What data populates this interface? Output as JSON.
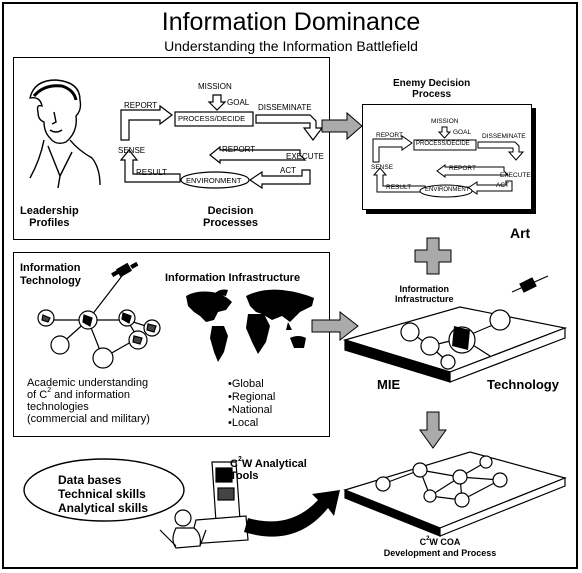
{
  "header": {
    "title": "Information Dominance",
    "subtitle": "Understanding the Information Battlefield"
  },
  "decision_panel": {
    "cycle": {
      "mission": "MISSION",
      "goal": "GOAL",
      "report_top": "REPORT",
      "process": "PROCESS/DECIDE",
      "disseminate": "DISSEMINATE",
      "report_bottom": "REPORT",
      "execute": "EXECUTE",
      "sense": "SENSE",
      "result": "RESULT",
      "environment": "ENVIRONMENT",
      "act": "ACT"
    },
    "leadership_label": "Leadership\nProfiles",
    "decision_label": "Decision\nProcesses"
  },
  "enemy_panel": {
    "title": "Enemy Decision\nProcess",
    "cycle": {
      "mission": "MISSION",
      "goal": "GOAL",
      "report_top": "REPORT",
      "process": "PROCESS/DECIDE",
      "disseminate": "DISSEMINATE",
      "report_bottom": "REPORT",
      "execute": "EXECUTE",
      "sense": "SENSE",
      "result": "RESULT",
      "environment": "ENVIRONMENT",
      "act": "ACT"
    }
  },
  "art_label": "Art",
  "info_panel": {
    "tech_title": "Information\nTechnology",
    "infra_title": "Information Infrastructure",
    "academic_pre": "Academic understanding\nof C",
    "academic_sup": "2",
    "academic_post": " and information\ntechnologies\n(commercial and military)",
    "bullets": [
      "Global",
      "Regional",
      "National",
      "Local"
    ]
  },
  "mie_block": {
    "infra_label": "Information\nInfrastructure",
    "mie_label": "MIE",
    "tech_label": "Technology"
  },
  "skills": {
    "line1": "Data bases",
    "line2": "Technical skills",
    "line3": "Analytical skills"
  },
  "c2w_tools": {
    "pre": "C",
    "sup": "2",
    "post": "W Analytical\nTools"
  },
  "coa": {
    "pre": "C",
    "sup": "2",
    "post": "W COA",
    "line2": "Development and Process"
  }
}
